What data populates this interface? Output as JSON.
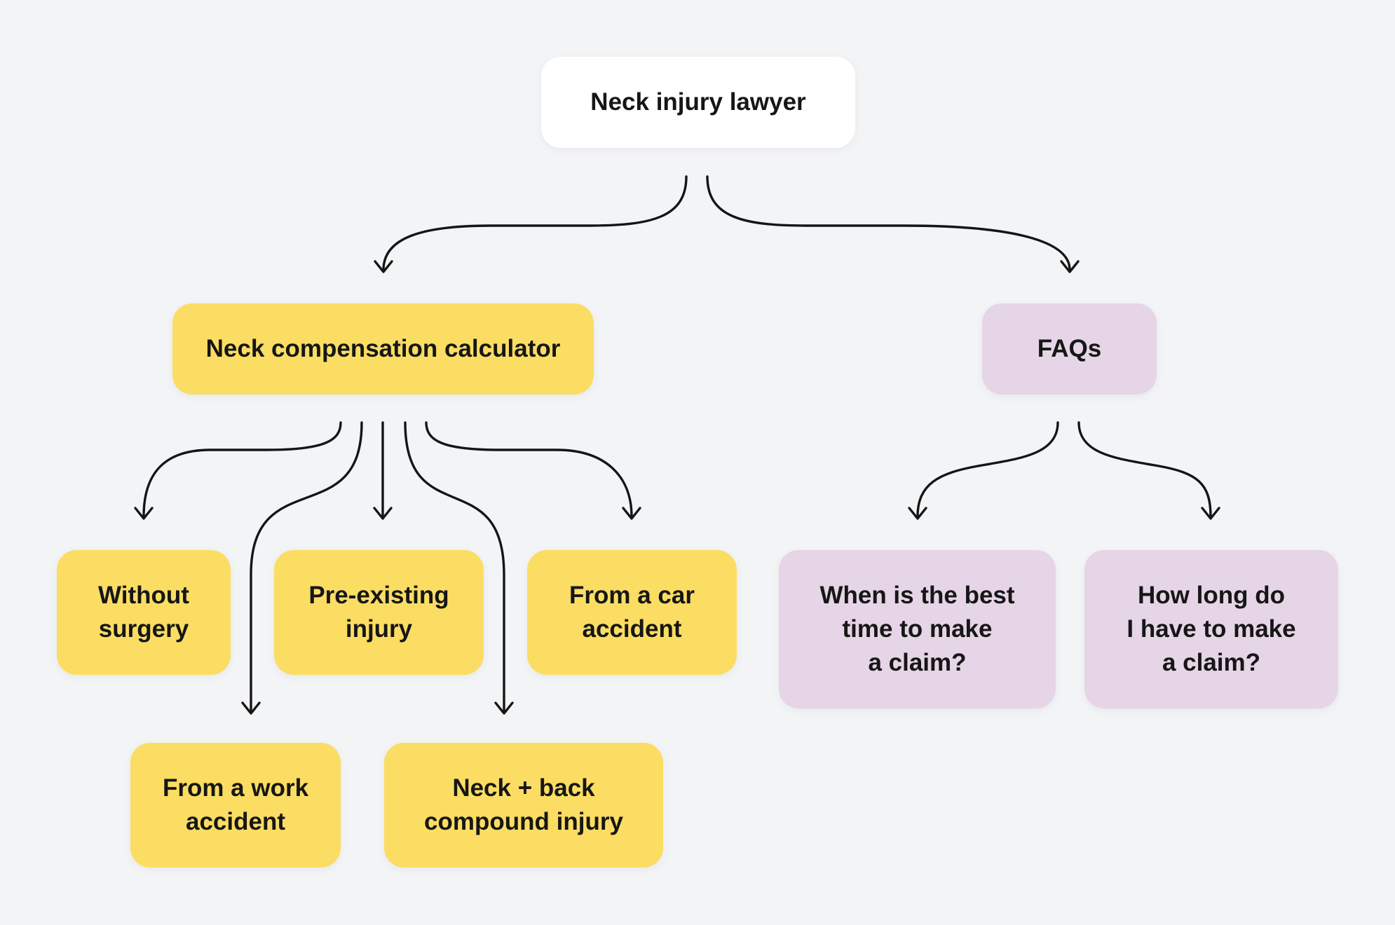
{
  "diagram": {
    "root": {
      "label": "Neck injury lawyer"
    },
    "calculator": {
      "label": "Neck compensation calculator"
    },
    "faqs": {
      "label": "FAQs"
    },
    "calculator_children": [
      {
        "label": "Without\nsurgery"
      },
      {
        "label": "Pre-existing\ninjury"
      },
      {
        "label": "From a car\naccident"
      },
      {
        "label": "From a work\naccident"
      },
      {
        "label": "Neck + back\ncompound injury"
      }
    ],
    "faq_children": [
      {
        "label": "When is the best\ntime to make\na claim?"
      },
      {
        "label": "How long do\nI have to make\na claim?"
      }
    ]
  },
  "colors": {
    "background": "#f3f4f6",
    "root_fill": "#ffffff",
    "calculator_fill": "#fbdd63",
    "faq_fill": "#e5d5e6",
    "connector": "#151515"
  }
}
